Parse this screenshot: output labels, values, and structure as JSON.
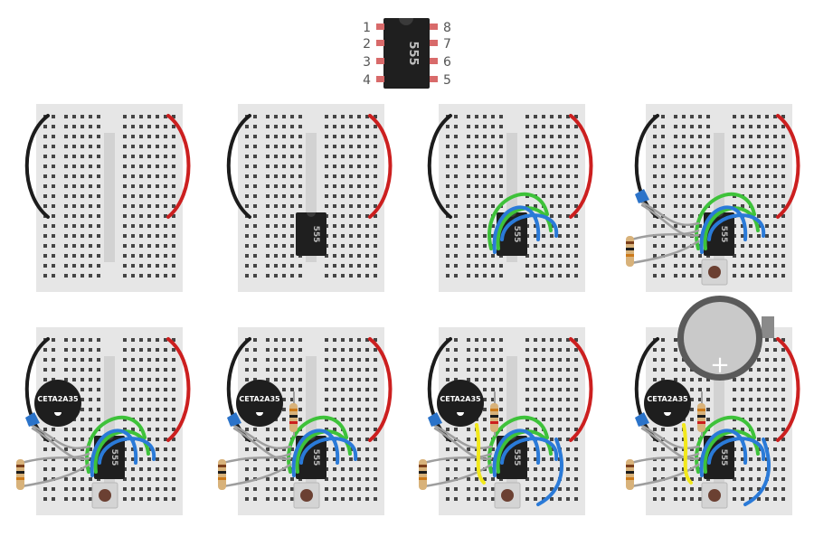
{
  "pinout": {
    "chip_label": "555",
    "left_pins": [
      "1",
      "2",
      "3",
      "4"
    ],
    "right_pins": [
      "8",
      "7",
      "6",
      "5"
    ]
  },
  "colors": {
    "board": "#e6e6e6",
    "hole": "#454545",
    "center_channel": "#d2d2d2",
    "chip_body": "#1f1f1f",
    "chip_pin": "#d86a6a",
    "chip_text": "#bdbdbd",
    "wire_black": "#1c1c1c",
    "wire_red": "#cc1f1f",
    "wire_green": "#3ec23a",
    "wire_blue": "#2a7ad8",
    "wire_gray": "#9e9e9e",
    "wire_yellow": "#f2e81a",
    "pot_blue": "#2b73c9",
    "buzzer_body": "#1e1e1e",
    "battery_metal": "#c9c9c9",
    "button_cap": "#6b4032"
  },
  "steps": [
    {
      "ic": false,
      "jumpers": false,
      "pot_resistor": false,
      "button": false,
      "buzzer": false,
      "timing_resistor": false,
      "yellow_blue": false,
      "battery": false
    },
    {
      "ic": true,
      "jumpers": false,
      "pot_resistor": false,
      "button": false,
      "buzzer": false,
      "timing_resistor": false,
      "yellow_blue": false,
      "battery": false
    },
    {
      "ic": true,
      "jumpers": true,
      "pot_resistor": false,
      "button": false,
      "buzzer": false,
      "timing_resistor": false,
      "yellow_blue": false,
      "battery": false
    },
    {
      "ic": true,
      "jumpers": true,
      "pot_resistor": true,
      "button": true,
      "buzzer": false,
      "timing_resistor": false,
      "yellow_blue": false,
      "battery": false
    },
    {
      "ic": true,
      "jumpers": true,
      "pot_resistor": true,
      "button": true,
      "buzzer": true,
      "timing_resistor": false,
      "yellow_blue": false,
      "battery": false
    },
    {
      "ic": true,
      "jumpers": true,
      "pot_resistor": true,
      "button": true,
      "buzzer": true,
      "timing_resistor": true,
      "yellow_blue": false,
      "battery": false
    },
    {
      "ic": true,
      "jumpers": true,
      "pot_resistor": true,
      "button": true,
      "buzzer": true,
      "timing_resistor": true,
      "yellow_blue": true,
      "battery": false
    },
    {
      "ic": true,
      "jumpers": true,
      "pot_resistor": true,
      "button": true,
      "buzzer": true,
      "timing_resistor": true,
      "yellow_blue": true,
      "battery": true
    }
  ],
  "buzzer_label": "CETA2A35",
  "battery_symbol": "+"
}
